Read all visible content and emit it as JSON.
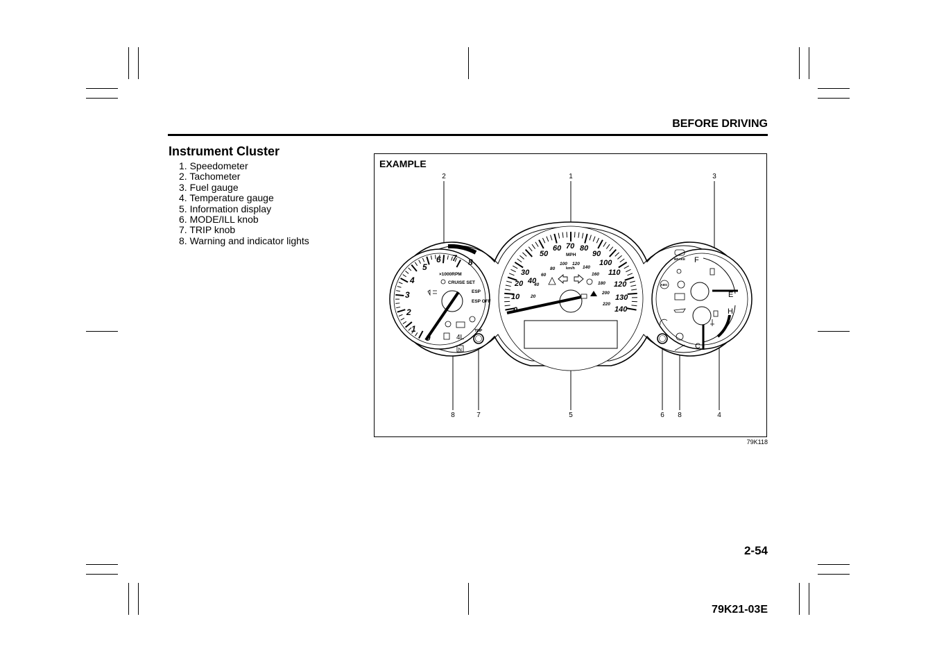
{
  "header": {
    "section": "BEFORE DRIVING"
  },
  "title": "Instrument Cluster",
  "legend": [
    "1. Speedometer",
    "2. Tachometer",
    "3. Fuel gauge",
    "4. Temperature gauge",
    "5. Information display",
    "6. MODE/ILL knob",
    "7. TRIP knob",
    "8. Warning and indicator lights"
  ],
  "figure": {
    "label": "EXAMPLE",
    "code": "79K118",
    "callouts_top": [
      "2",
      "1",
      "3"
    ],
    "callouts_bottom": [
      "8",
      "7",
      "5",
      "6",
      "8",
      "4"
    ],
    "tachometer": {
      "numbers": [
        "0",
        "1",
        "2",
        "3",
        "4",
        "5",
        "6",
        "7",
        "8"
      ],
      "unit": "×1000RPM",
      "cruise_label": "CRUISE SET",
      "esp_label": "ESP",
      "esp_off_label": "ESP OFF",
      "four_low_label": "4L",
      "neutral_label": "N",
      "trip_label": "TRIP"
    },
    "speedometer": {
      "mph_numbers": [
        "0",
        "10",
        "20",
        "30",
        "40",
        "50",
        "60",
        "70",
        "80",
        "90",
        "100",
        "110",
        "120",
        "130",
        "140"
      ],
      "kmh_numbers": [
        "20",
        "40",
        "60",
        "80",
        "100",
        "120",
        "140",
        "160",
        "180",
        "200",
        "220"
      ],
      "unit_mph": "MPH",
      "unit_kmh": "km/h"
    },
    "right_gauges": {
      "fuel_full": "F",
      "fuel_empty": "E",
      "temp_hot": "H",
      "temp_cold": "C",
      "brake_label": "BRAKE",
      "abs_label": "ABS"
    }
  },
  "page_number": "2-54",
  "doc_code": "79K21-03E"
}
